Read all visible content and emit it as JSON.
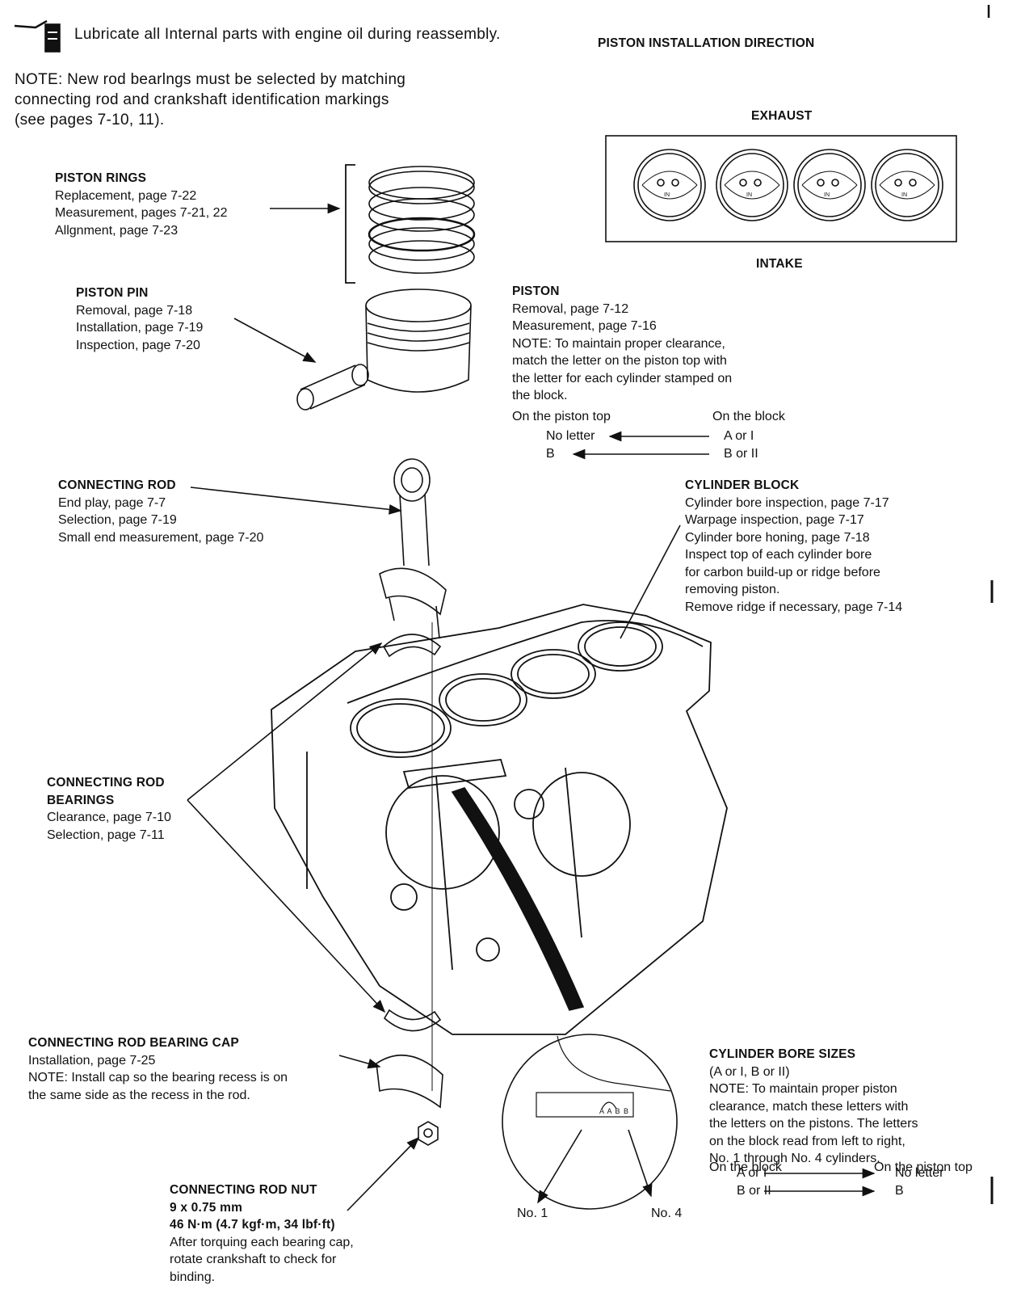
{
  "header": {
    "lubricate": "Lubricate all Internal parts with engine oil during reassembly.",
    "note_lines": [
      "NOTE:  New rod bearlngs must be selected by matching",
      "connecting rod and crankshaft identification markings",
      "(see pages 7-10, 11)."
    ]
  },
  "piston_direction": {
    "title": "PISTON INSTALLATION DIRECTION",
    "exhaust": "EXHAUST",
    "intake": "INTAKE",
    "piston_mark": "IN"
  },
  "piston_rings": {
    "title": "PISTON RINGS",
    "lines": [
      "Replacement, page 7-22",
      "Measurement, pages 7-21, 22",
      "Allgnment, page 7-23"
    ]
  },
  "piston_pin": {
    "title": "PISTON PIN",
    "lines": [
      "Removal, page 7-18",
      "Installation, page 7-19",
      "Inspection, page 7-20"
    ]
  },
  "piston": {
    "title": "PISTON",
    "lines": [
      "Removal, page 7-12",
      "Measurement, page 7-16",
      "NOTE:  To maintain proper clearance,",
      "match the letter on the piston top with",
      "the letter for each cylinder stamped on",
      "the block."
    ],
    "col_left": "On the piston top",
    "col_right": "On the block",
    "row1_left": "No letter",
    "row1_right": "A or I",
    "row2_left": "B",
    "row2_right": "B or II"
  },
  "connecting_rod": {
    "title": "CONNECTING ROD",
    "lines": [
      "End play, page 7-7",
      "Selection, page 7-19",
      "Small end measurement, page 7-20"
    ]
  },
  "cylinder_block": {
    "title": "CYLINDER BLOCK",
    "lines": [
      "Cylinder bore inspection, page 7-17",
      "Warpage inspection, page 7-17",
      "Cylinder bore honing, page 7-18",
      "Inspect top of each cylinder bore",
      "for carbon build-up or ridge before",
      "removing piston.",
      "Remove ridge if necessary, page 7-14"
    ]
  },
  "rod_bearings": {
    "title_lines": [
      "CONNECTING ROD",
      "BEARINGS"
    ],
    "lines": [
      "Clearance, page 7-10",
      "Selection, page 7-11"
    ]
  },
  "bearing_cap": {
    "title": "CONNECTING ROD BEARING CAP",
    "lines": [
      "Installation, page 7-25",
      "NOTE:  Install cap so the bearing recess is on",
      "the same side as the recess in the rod."
    ]
  },
  "rod_nut": {
    "title_lines": [
      "CONNECTING ROD NUT",
      "9 x 0.75 mm",
      "46 N·m (4.7 kgf·m, 34 lbf·ft)"
    ],
    "lines": [
      "After torquing each bearing cap,",
      "rotate crankshaft to check for",
      "binding."
    ]
  },
  "bore_sizes": {
    "title": "CYLINDER BORE SIZES",
    "lines": [
      "(A or I, B or II)",
      "NOTE:  To maintain proper piston",
      "clearance, match these letters with",
      "the letters on the pistons. The letters",
      "on the block read from left to right,",
      "No. 1 through No. 4 cylinders."
    ],
    "col_left": "On the block",
    "col_right": "On the piston top",
    "row1_left": "A or I",
    "row1_right": "No letter",
    "row2_left": "B or II",
    "row2_right": "B",
    "stamp": "A A B B"
  },
  "inset": {
    "no1": "No. 1",
    "no4": "No. 4"
  }
}
